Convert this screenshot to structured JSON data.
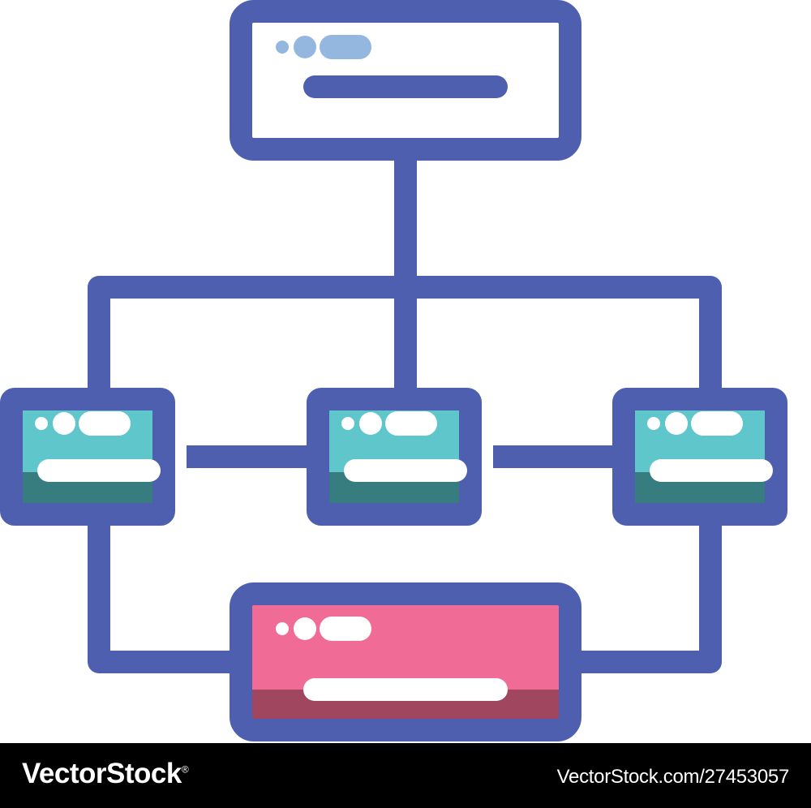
{
  "palette": {
    "outline": "#4f5faf",
    "top_fill": "#ffffff",
    "top_dots": "#94b7e0",
    "top_bar": "#4f5faf",
    "node_teal": "#5fc6cb",
    "node_teal_dark": "#377c7e",
    "bottom_pink": "#f16b97",
    "bottom_pink_dark": "#a0475f",
    "placeholder_white": "#ffffff",
    "footer_bg": "#000000",
    "footer_text": "#ffffff"
  },
  "diagram": {
    "icon": "hierarchy-flowchart-icon",
    "nodes": [
      {
        "id": "top",
        "style": "white"
      },
      {
        "id": "left",
        "style": "teal"
      },
      {
        "id": "middle",
        "style": "teal"
      },
      {
        "id": "right",
        "style": "teal"
      },
      {
        "id": "bottom",
        "style": "pink"
      }
    ]
  },
  "footer": {
    "brand": "VectorStock",
    "brand_mark": "®",
    "image_id": "VectorStock.com/27453057"
  }
}
